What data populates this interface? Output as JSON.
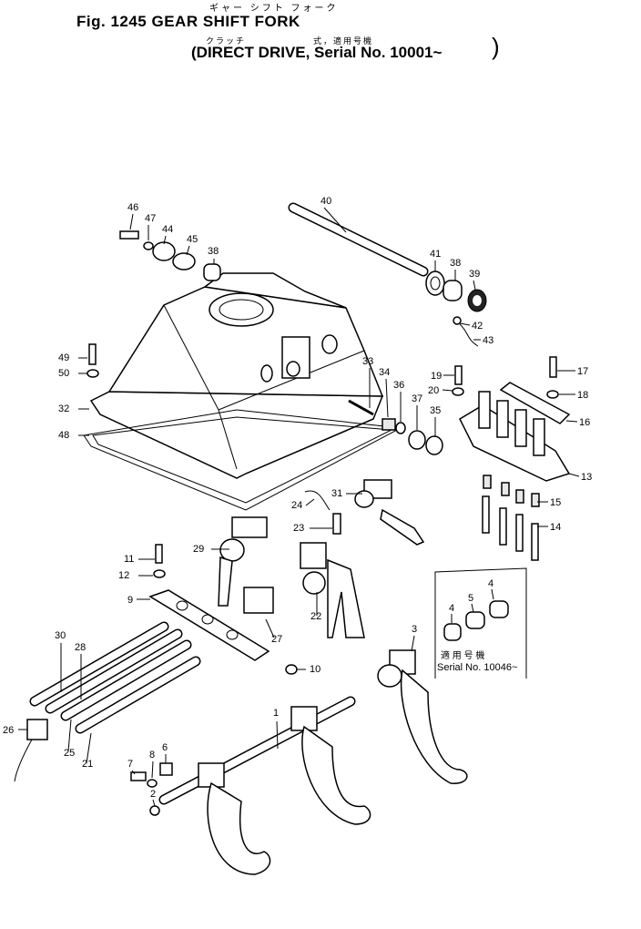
{
  "header": {
    "title": "Fig. 1245 GEAR SHIFT FORK",
    "title_kana": "ギャー シフト フォーク",
    "subtitle": "(DIRECT DRIVE, Serial No. 10001~",
    "subtitle_close": ")",
    "subtitle_kana_a": "クラッチ",
    "subtitle_kana_b": "式，適用号機"
  },
  "inset": {
    "kana": "適 用 号 機",
    "serial": "Serial No. 10046~"
  },
  "callouts": [
    "1",
    "2",
    "3",
    "4",
    "4",
    "5",
    "6",
    "7",
    "8",
    "9",
    "10",
    "11",
    "12",
    "13",
    "14",
    "15",
    "16",
    "17",
    "18",
    "19",
    "20",
    "21",
    "22",
    "23",
    "24",
    "25",
    "26",
    "27",
    "28",
    "29",
    "30",
    "31",
    "32",
    "33",
    "34",
    "35",
    "36",
    "37",
    "38",
    "38",
    "39",
    "40",
    "41",
    "42",
    "43",
    "44",
    "45",
    "46",
    "47",
    "48",
    "49",
    "50"
  ]
}
